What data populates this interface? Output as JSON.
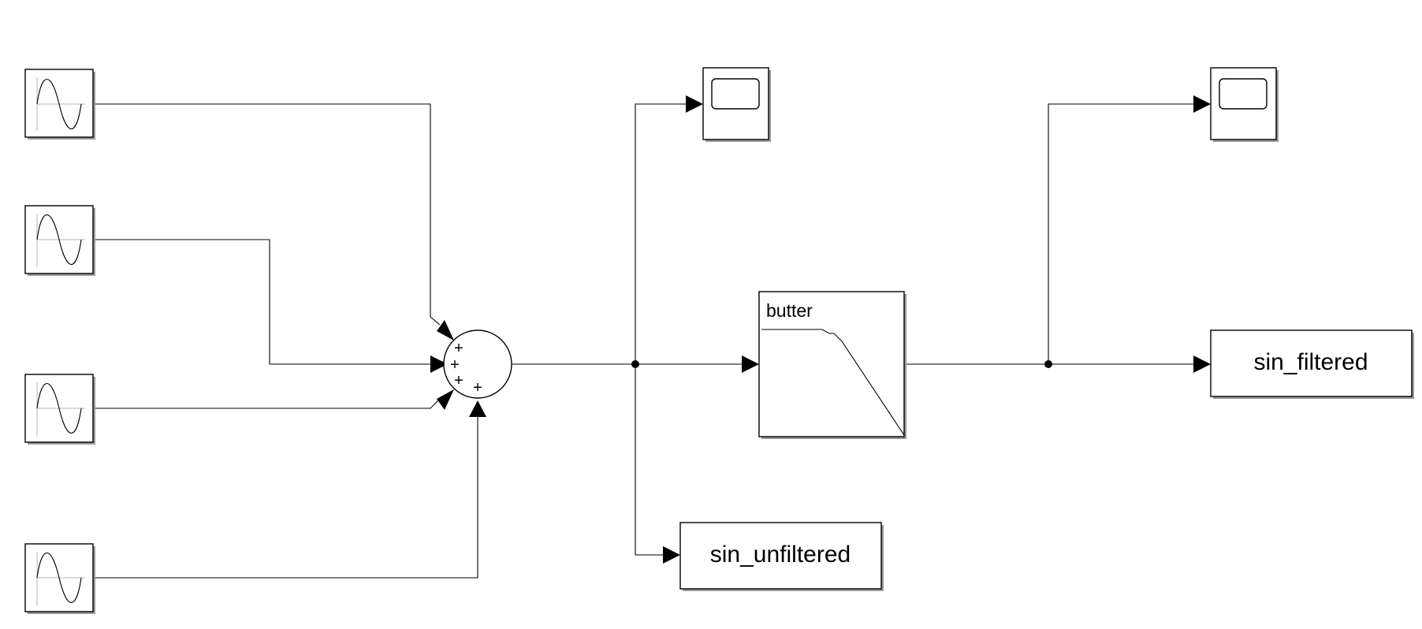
{
  "diagram": {
    "blocks": {
      "sine_wave_1": {
        "icon": "sine-wave-icon"
      },
      "sine_wave_2": {
        "icon": "sine-wave-icon"
      },
      "sine_wave_3": {
        "icon": "sine-wave-icon"
      },
      "sine_wave_4": {
        "icon": "sine-wave-icon"
      },
      "sum": {
        "signs": [
          "+",
          "+",
          "+",
          "+"
        ]
      },
      "scope_unfiltered": {
        "icon": "scope-screen-icon"
      },
      "scope_filtered": {
        "icon": "scope-screen-icon"
      },
      "filter": {
        "label": "butter",
        "icon": "lowpass-response-icon"
      },
      "workspace_unfiltered": {
        "label": "sin_unfiltered"
      },
      "workspace_filtered": {
        "label": "sin_filtered"
      }
    }
  }
}
